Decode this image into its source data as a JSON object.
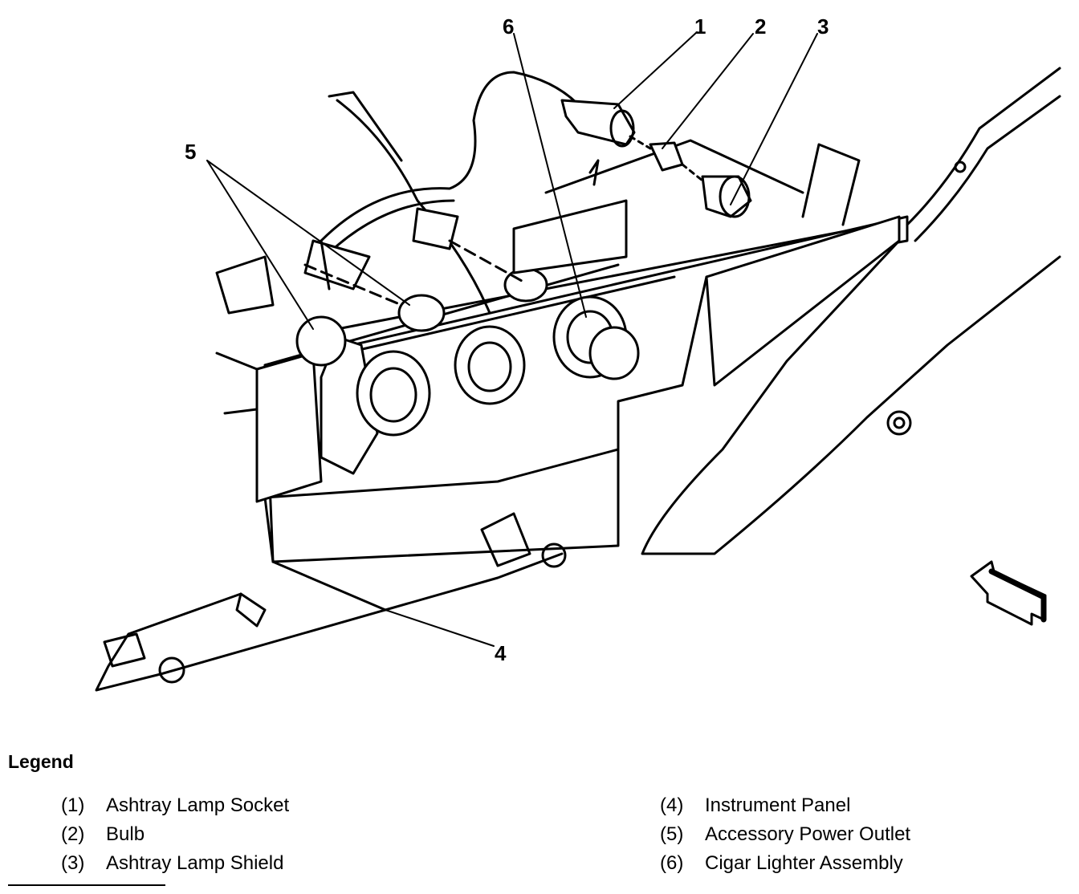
{
  "callouts": [
    "1",
    "2",
    "3",
    "4",
    "5",
    "6"
  ],
  "legend": {
    "title": "Legend",
    "left": [
      {
        "num": "(1)",
        "label": "Ashtray Lamp Socket"
      },
      {
        "num": "(2)",
        "label": "Bulb"
      },
      {
        "num": "(3)",
        "label": "Ashtray Lamp Shield"
      }
    ],
    "right": [
      {
        "num": "(4)",
        "label": "Instrument Panel"
      },
      {
        "num": "(5)",
        "label": "Accessory Power Outlet"
      },
      {
        "num": "(6)",
        "label": "Cigar Lighter Assembly"
      }
    ]
  }
}
